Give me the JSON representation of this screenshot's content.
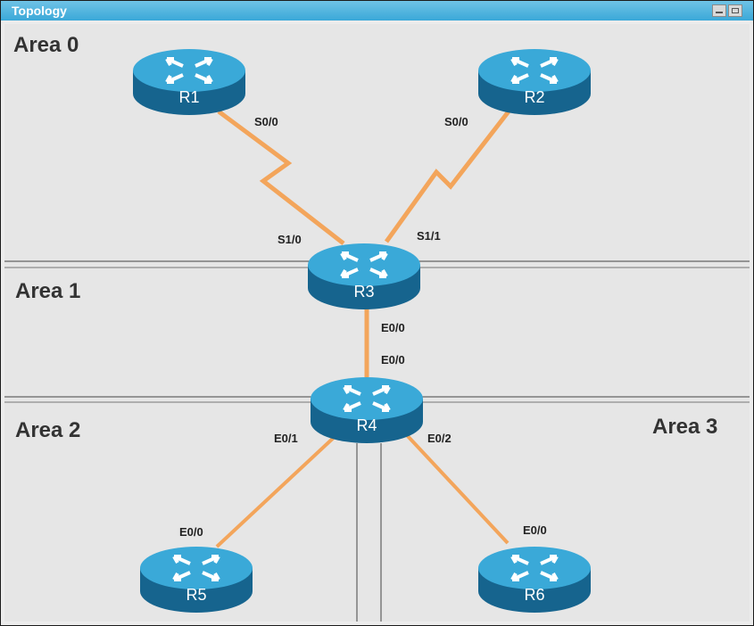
{
  "window": {
    "title": "Topology"
  },
  "areas": {
    "a0": "Area 0",
    "a1": "Area 1",
    "a2": "Area 2",
    "a3": "Area 3"
  },
  "routers": {
    "r1": "R1",
    "r2": "R2",
    "r3": "R3",
    "r4": "R4",
    "r5": "R5",
    "r6": "R6"
  },
  "interfaces": {
    "r1_s00": "S0/0",
    "r2_s00": "S0/0",
    "r3_s10": "S1/0",
    "r3_s11": "S1/1",
    "r3_e00": "E0/0",
    "r4_e00": "E0/0",
    "r4_e01": "E0/1",
    "r4_e02": "E0/2",
    "r5_e00": "E0/0",
    "r6_e00": "E0/0"
  },
  "colors": {
    "link": "#f3a55b",
    "router_top": "#3aa9d8",
    "router_side": "#16648e",
    "titlebar": "#3aa8d8"
  },
  "icons": {
    "router": "router-icon",
    "minimize": "minimize-icon",
    "maximize": "maximize-icon"
  }
}
